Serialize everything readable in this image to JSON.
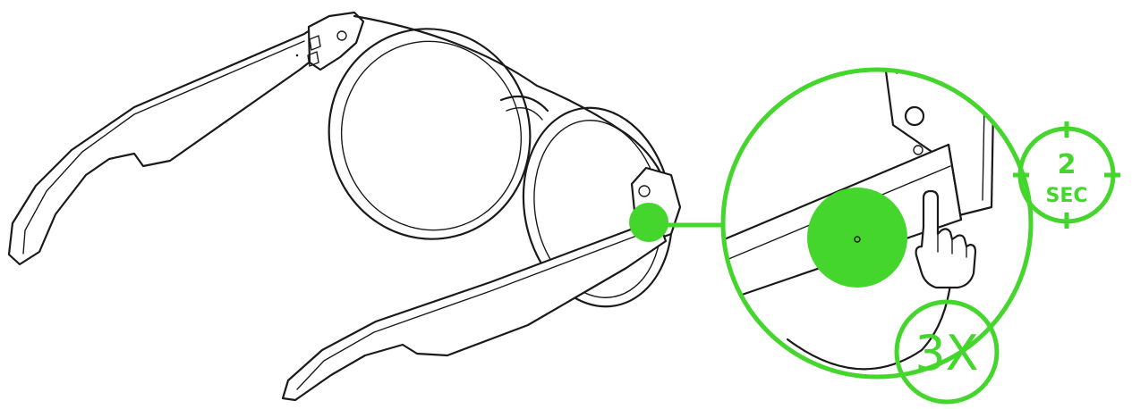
{
  "colors": {
    "accent": "#44d62c",
    "ink": "#1a1a1a",
    "background": "#ffffff"
  },
  "icons": {
    "hand": "hand-press-icon",
    "timer": "timer-icon"
  },
  "badges": {
    "duration_value": "2",
    "duration_unit": "SEC",
    "press_count": "3X"
  }
}
